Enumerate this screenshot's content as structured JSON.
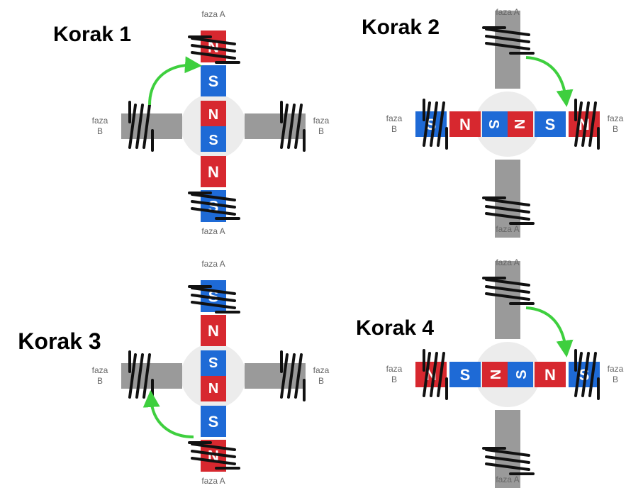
{
  "colors": {
    "north": "#d7282f",
    "south": "#1e6ad6",
    "core": "#9a9a9a",
    "rotor_bg": "#ececec",
    "arrow": "#3ecf3e",
    "winding": "#111111"
  },
  "labels": {
    "phase_a": "faza A",
    "phase_b_line1": "faza",
    "phase_b_line2": "B",
    "north": "N",
    "south": "S"
  },
  "panels": [
    {
      "title": "Korak 1",
      "energized_phase": "A",
      "top_pole": "N",
      "bottom_pole": "S",
      "rotor_rotation": 0,
      "arrow": "left-to-top"
    },
    {
      "title": "Korak 2",
      "energized_phase": "B",
      "left_pole": "S",
      "right_pole": "N",
      "rotor_rotation": 90,
      "arrow": "top-to-right"
    },
    {
      "title": "Korak 3",
      "energized_phase": "A",
      "top_pole": "S",
      "bottom_pole": "N",
      "rotor_rotation": 180,
      "arrow": "bottom-to-left"
    },
    {
      "title": "Korak 4",
      "energized_phase": "B",
      "left_pole": "N",
      "right_pole": "S",
      "rotor_rotation": 270,
      "arrow": "top-to-right"
    }
  ]
}
